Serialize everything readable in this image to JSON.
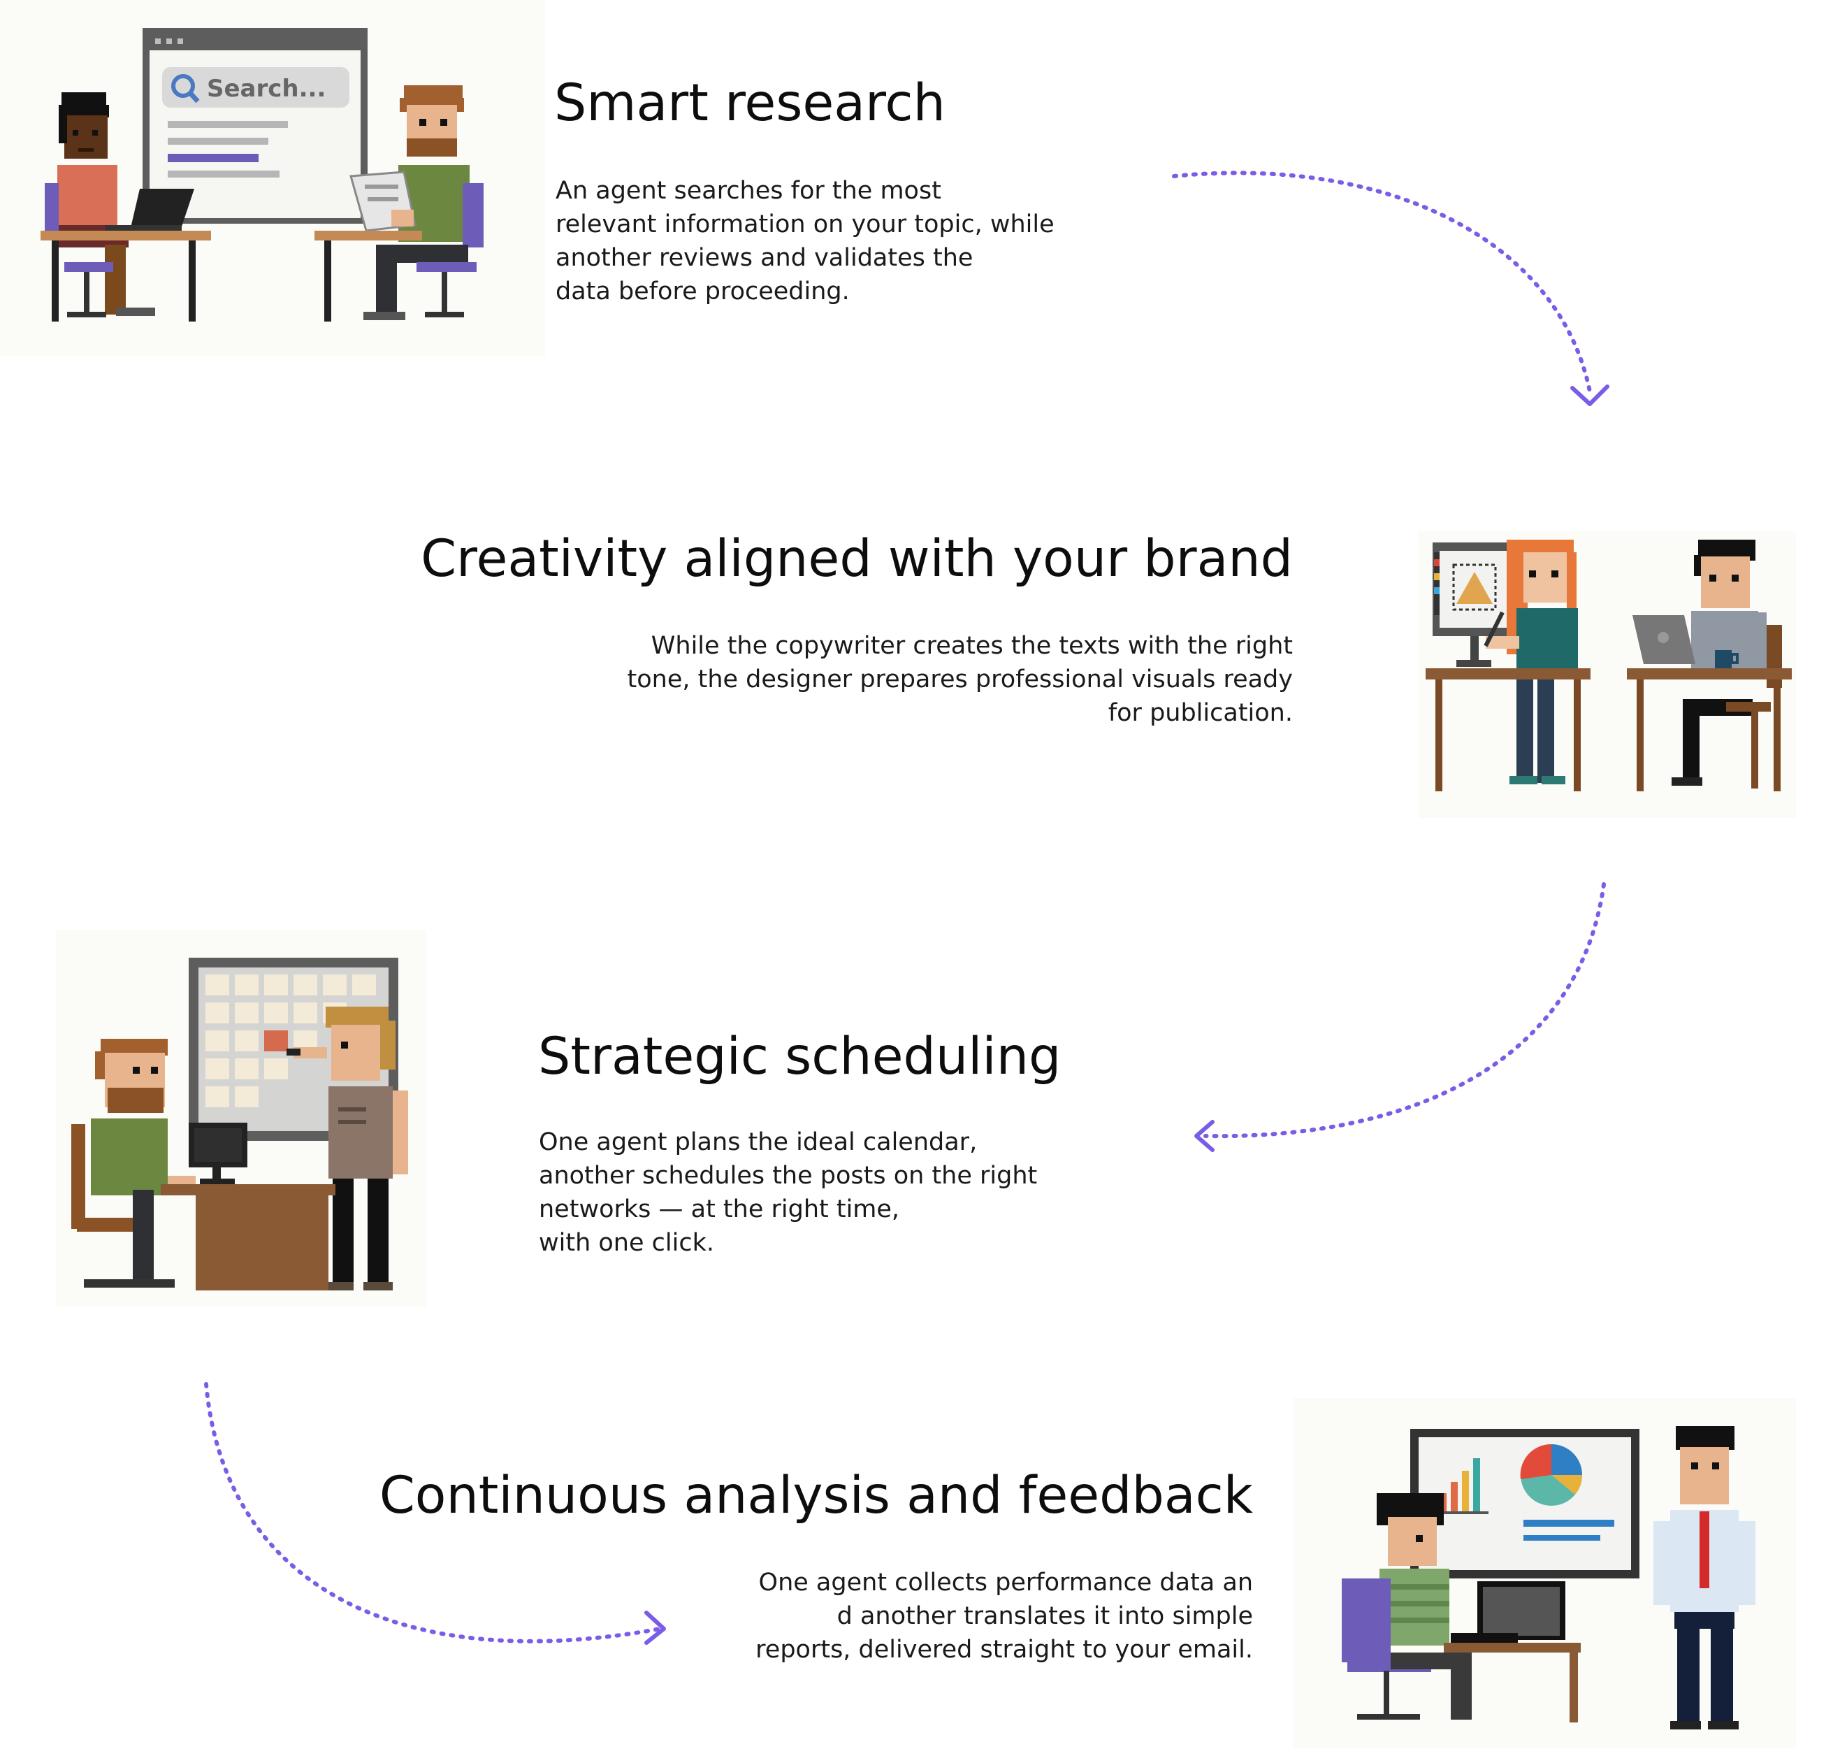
{
  "steps": [
    {
      "title": "Smart research",
      "lines": [
        "An agent searches for the most",
        "relevant information on your topic, while",
        "another reviews and validates the",
        "data before proceeding."
      ],
      "search_placeholder": "Search..."
    },
    {
      "title": "Creativity aligned with your brand",
      "lines": [
        "While the copywriter creates the texts with the right",
        "tone, the designer prepares professional visuals ready",
        "for publication."
      ]
    },
    {
      "title": "Strategic scheduling",
      "lines": [
        "One agent plans the ideal calendar,",
        "another schedules the posts on the right",
        "networks — at the right time,",
        "with one click."
      ]
    },
    {
      "title": "Continuous analysis and feedback",
      "lines": [
        "One agent collects performance data an",
        "d another translates it into simple",
        "reports, delivered straight to your email."
      ]
    }
  ],
  "colors": {
    "accent": "#7b5ce6",
    "text": "#111111",
    "skin_dark": "#5a3318",
    "skin_light": "#e7b48e",
    "wood": "#8a5a34",
    "chair": "#6e5db8"
  },
  "icons": [
    "search-icon",
    "laptop-icon",
    "monitor-icon",
    "calendar-board-icon",
    "bar-chart-icon",
    "pie-chart-icon",
    "coffee-mug-icon",
    "stylus-icon"
  ]
}
